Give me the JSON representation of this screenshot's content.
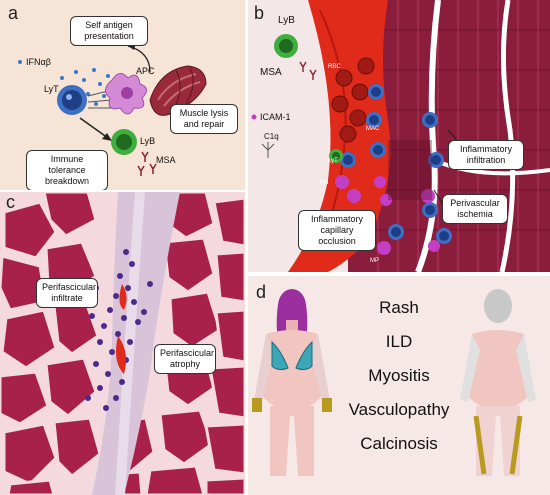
{
  "panel_a": {
    "letter": "a",
    "labels": {
      "ifn": "IFNαβ",
      "lyt": "LyT",
      "apc": "APC",
      "lyb": "LyB",
      "msa": "MSA"
    },
    "boxes": {
      "self_antigen": "Self antigen presentation",
      "muscle_lysis": "Muscle lysis and repair",
      "immune_tolerance": "Immune tolerance breakdown"
    }
  },
  "panel_b": {
    "letter": "b",
    "labels": {
      "lyb": "LyB",
      "msa": "MSA",
      "icam": "ICAM-1",
      "c1q": "C1q",
      "rbc": "RBC",
      "mac": "MAC",
      "mp": "MP",
      "lyt": "LyT",
      "mo": "Mo"
    },
    "boxes": {
      "inflammatory_infiltration": "Inflammatory infiltration",
      "perivascular_ischemia": "Perivascular ischemia",
      "capillary_occlusion": "Inflammatory capillary occlusion"
    }
  },
  "panel_c": {
    "letter": "c",
    "boxes": {
      "perifascicular_infiltrate": "Perifascicular infiltrate",
      "perifascicular_atrophy": "Perifascicular atrophy"
    }
  },
  "panel_d": {
    "letter": "d",
    "terms": [
      "Rash",
      "ILD",
      "Myositis",
      "Vasculopathy",
      "Calcinosis"
    ]
  },
  "colors": {
    "panel_a_bg": "#f7e6d8",
    "muscle": "#8a1c3c",
    "muscle_light": "#b23a5a",
    "capillary": "#e02a1a",
    "lymphocyte_t": "#3d6fc4",
    "lymphocyte_b": "#3fae3f",
    "macrophage": "#c43ec4",
    "panel_d_bg": "#f7e8e8"
  }
}
